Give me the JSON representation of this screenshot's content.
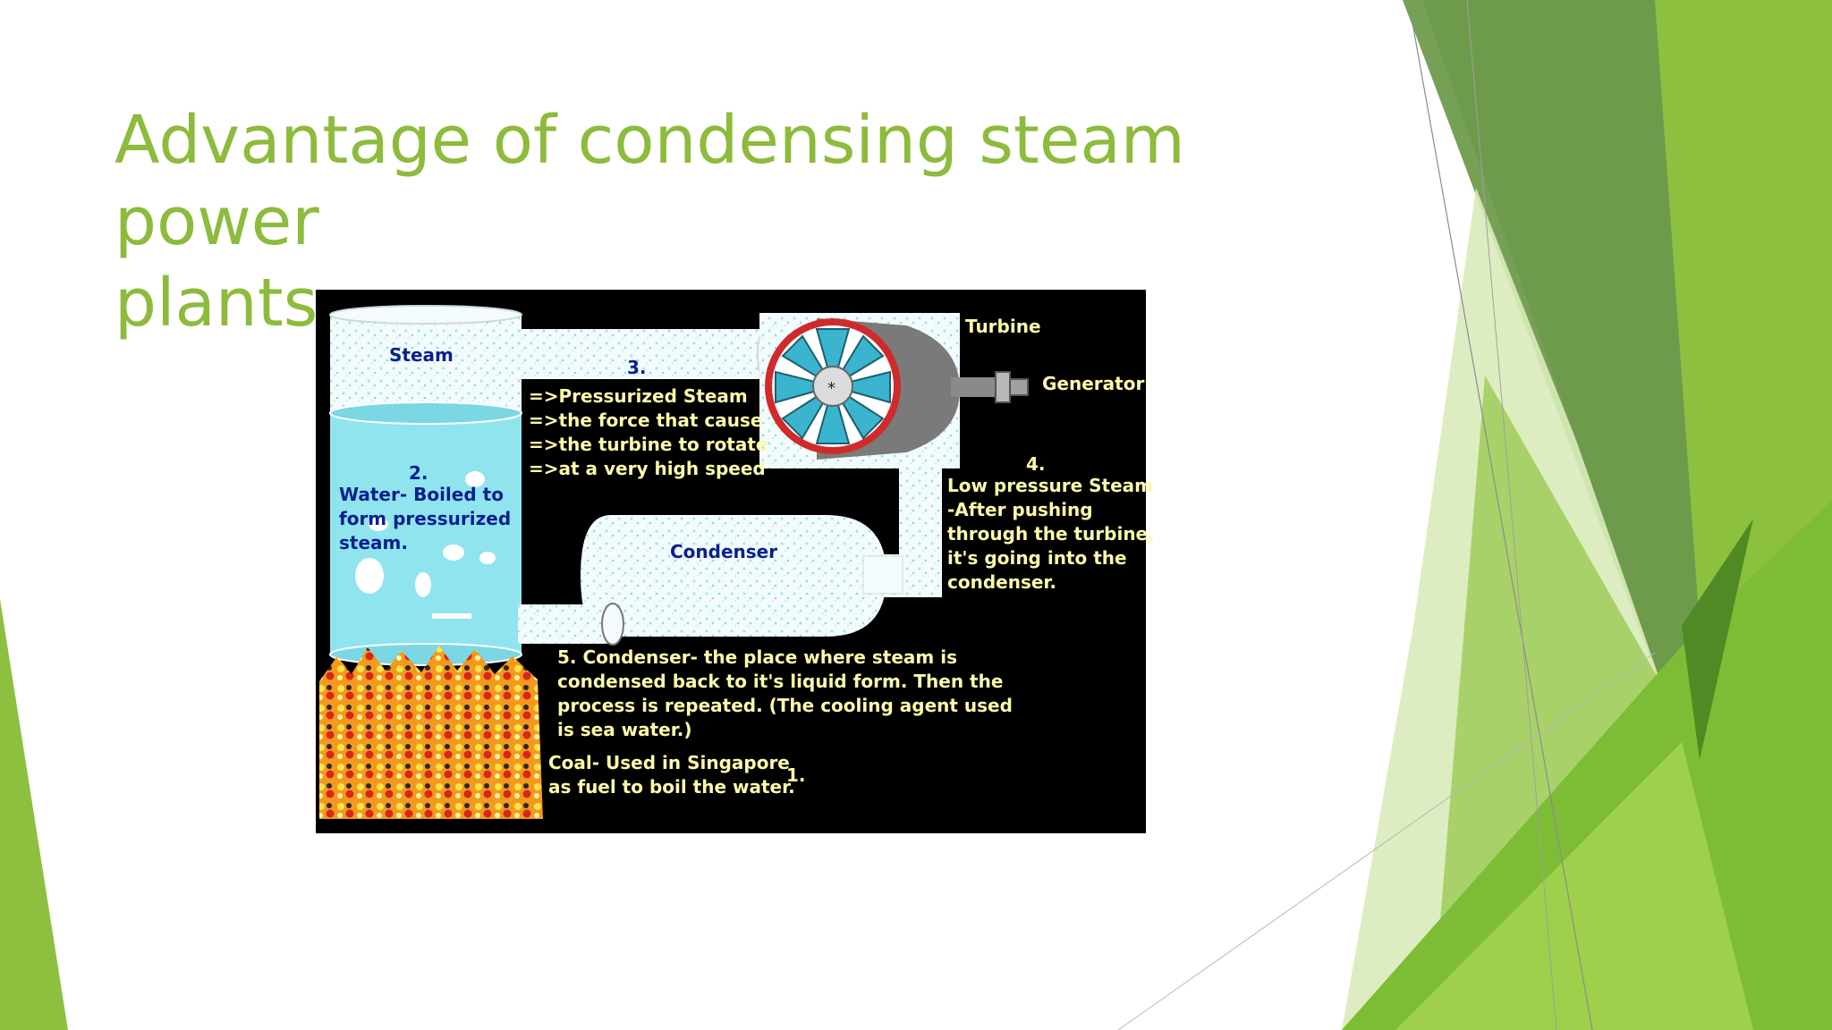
{
  "slide": {
    "title_line1": "Advantage of condensing steam power",
    "title_line2": "plants"
  },
  "diagram": {
    "labels": {
      "steam": "Steam",
      "step3_number": "3.",
      "step3_text": "=>Pressurized Steam\n=>the force that cause\n=>the turbine to rotate\n=>at a very high speed",
      "turbine": "Turbine",
      "generator": "Generator",
      "step2_number": "2.",
      "step2_text": "Water- Boiled to\nform pressurized\nsteam.",
      "condenser": "Condenser",
      "step4_number": "4.",
      "step4_text": "Low pressure Steam\n-After pushing\nthrough the turbine,\nit's going into the\ncondenser.",
      "step5_text": "5. Condenser- the place where steam is\ncondensed back to it's liquid form. Then the\nprocess is repeated. (The cooling agent used\nis sea water.)",
      "step1_text": "Coal- Used in Singapore\nas fuel to boil the water.",
      "step1_number": "1."
    }
  },
  "colors": {
    "title_green": "#8dbb3c",
    "diagram_background": "#000000",
    "label_yellow": "#fff9a8",
    "label_blue": "#0a1f8f",
    "water_cyan": "#8fe4ee",
    "steam_white": "#f4fbfc"
  }
}
